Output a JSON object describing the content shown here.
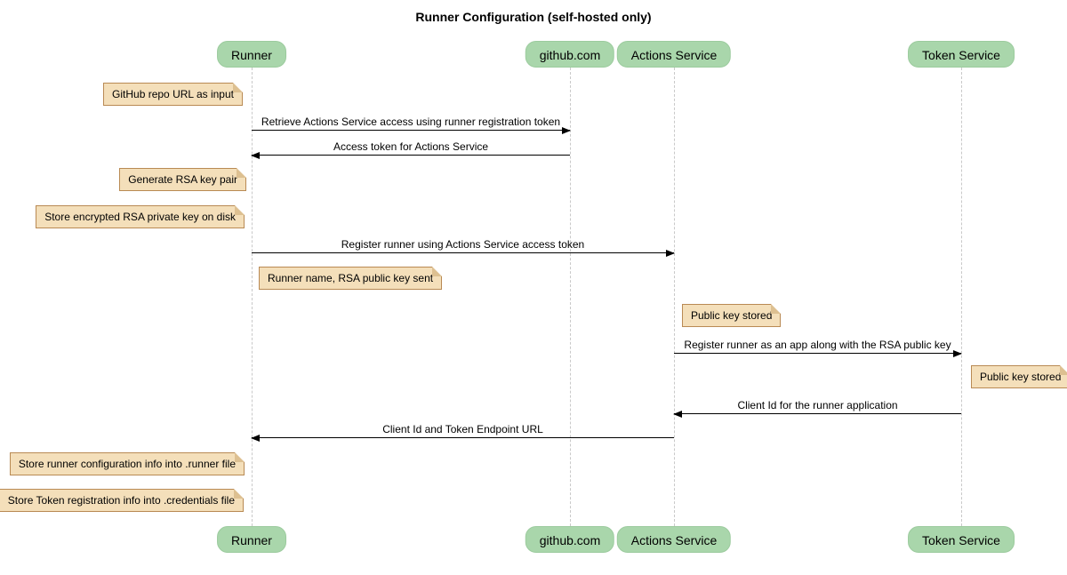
{
  "title": "Runner Configuration (self-hosted only)",
  "participants": [
    {
      "label": "Runner"
    },
    {
      "label": "github.com"
    },
    {
      "label": "Actions Service"
    },
    {
      "label": "Token Service"
    }
  ],
  "messages": [
    {
      "from": "Runner",
      "to": "github.com",
      "direction": "right",
      "text": "Retrieve Actions Service access using runner registration token"
    },
    {
      "from": "github.com",
      "to": "Runner",
      "direction": "left",
      "text": "Access token for Actions Service"
    },
    {
      "from": "Runner",
      "to": "Actions Service",
      "direction": "right",
      "text": "Register runner using Actions Service access token"
    },
    {
      "from": "Actions Service",
      "to": "Token Service",
      "direction": "right",
      "text": "Register runner as an app along with the RSA public key"
    },
    {
      "from": "Token Service",
      "to": "Actions Service",
      "direction": "left",
      "text": "Client Id for the runner application"
    },
    {
      "from": "Actions Service",
      "to": "Runner",
      "direction": "left",
      "text": "Client Id and Token Endpoint URL"
    }
  ],
  "notes": [
    {
      "anchor": "left of Runner",
      "text": "GitHub repo URL as input"
    },
    {
      "anchor": "left of Runner",
      "text": "Generate RSA key pair"
    },
    {
      "anchor": "left of Runner",
      "text": "Store encrypted RSA private key on disk"
    },
    {
      "anchor": "right of Runner",
      "text": "Runner name, RSA public key sent"
    },
    {
      "anchor": "right of Actions Service",
      "text": "Public key stored"
    },
    {
      "anchor": "right of Token Service",
      "text": "Public key stored"
    },
    {
      "anchor": "left of Runner",
      "text": "Store runner configuration info into .runner file"
    },
    {
      "anchor": "left of Runner",
      "text": "Store Token registration info into .credentials file"
    }
  ],
  "colors": {
    "background": "#ffffff",
    "participant_fill": "#a9d6ab",
    "participant_border": "#9ccb9e",
    "note_fill": "#f4dfba",
    "note_border": "#b98a54",
    "note_fold": "#ddc091",
    "lifeline": "#c9c9c9",
    "arrow": "#000000",
    "text": "#000000"
  }
}
